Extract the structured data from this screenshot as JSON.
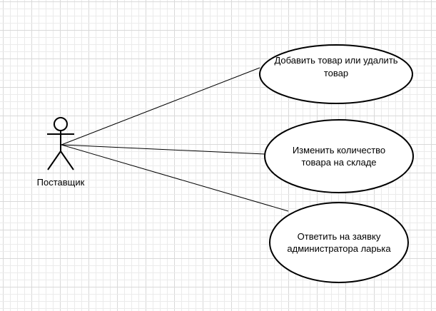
{
  "actor": {
    "label": "Поставщик",
    "icon": "stick-figure-actor"
  },
  "use_cases": [
    {
      "line1": "Добавить товар или удалить",
      "line2": "товар"
    },
    {
      "line1": "Изменить количество",
      "line2": "товара на складе"
    },
    {
      "line1": "Ответить на заявку",
      "line2": "администратора ларька"
    }
  ],
  "colors": {
    "grid_minor": "#ebebeb",
    "grid_major": "#d9d9d9",
    "stroke": "#000000",
    "fill": "#ffffff"
  }
}
